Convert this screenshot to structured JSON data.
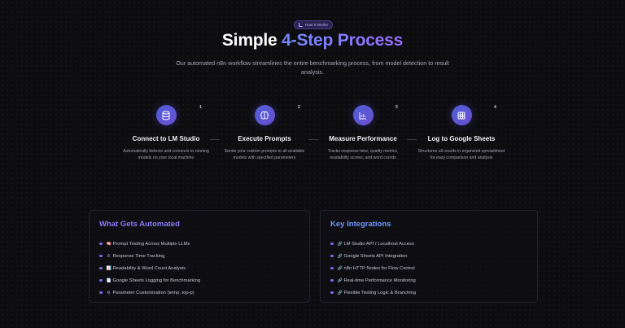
{
  "badge": {
    "label": "How It Works",
    "icon": "chart-icon"
  },
  "title": {
    "prefix": "Simple ",
    "accent": "4-Step Process"
  },
  "subtitle": "Our automated n8n workflow streamlines the entire benchmarking process, from model detection to result analysis.",
  "steps": [
    {
      "number": "1",
      "icon": "database-icon",
      "title": "Connect to LM Studio",
      "description": "Automatically detects and connects to running models on your local machine"
    },
    {
      "number": "2",
      "icon": "brain-icon",
      "title": "Execute Prompts",
      "description": "Sends your custom prompts to all available models with specified parameters"
    },
    {
      "number": "3",
      "icon": "bar-chart-icon",
      "title": "Measure Performance",
      "description": "Tracks response time, quality metrics, readability scores, and word counts"
    },
    {
      "number": "4",
      "icon": "spreadsheet-icon",
      "title": "Log to Google Sheets",
      "description": "Structures all results in organized spreadsheet for easy comparison and analysis"
    }
  ],
  "automated": {
    "title": "What Gets Automated",
    "title_color": "#8b7cf6",
    "items": [
      {
        "emoji": "🧠",
        "label": "Prompt Testing Across Multiple LLMs"
      },
      {
        "emoji": "⏱",
        "label": "Response Time Tracking"
      },
      {
        "emoji": "📊",
        "label": "Readability & Word Count Analysis"
      },
      {
        "emoji": "📄",
        "label": "Google Sheets Logging for Benchmarking"
      },
      {
        "emoji": "⚙",
        "label": "Parameter Customization (temp, top-p)"
      }
    ]
  },
  "integrations": {
    "title": "Key Integrations",
    "title_color": "#6f9bff",
    "items": [
      {
        "emoji": "🔗",
        "label": "LM Studio API / Localhost Access"
      },
      {
        "emoji": "🔗",
        "label": "Google Sheets API Integration"
      },
      {
        "emoji": "🔗",
        "label": "n8n HTTP Nodes for Flow Control"
      },
      {
        "emoji": "🔗",
        "label": "Real-time Performance Monitoring"
      },
      {
        "emoji": "🔗",
        "label": "Flexible Testing Logic & Branching"
      }
    ]
  },
  "colors": {
    "background": "#0d0d10",
    "accent_start": "#6f8bff",
    "accent_end": "#9b6bff",
    "bullet": "#7d6bf0"
  }
}
